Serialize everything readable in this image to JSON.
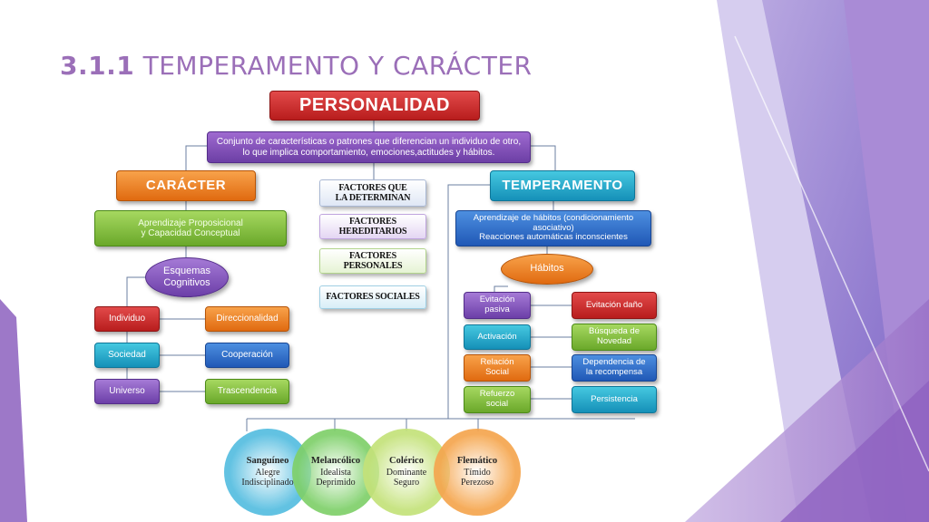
{
  "title": {
    "number": "3.1.1",
    "text": "TEMPERAMENTO Y CARÁCTER"
  },
  "root": {
    "label": "PERSONALIDAD",
    "definition_line1": "Conjunto de características o patrones que diferencian un individuo de otro,",
    "definition_line2": "lo que implica comportamiento, emociones,actitudes y hábitos."
  },
  "caracter": {
    "label": "CARÁCTER",
    "learning_line1": "Aprendizaje Proposicional",
    "learning_line2": "y Capacidad Conceptual",
    "schemes_line1": "Esquemas",
    "schemes_line2": "Cognitivos",
    "items": [
      {
        "label": "Individuo",
        "result": "Direccionalidad"
      },
      {
        "label": "Sociedad",
        "result": "Cooperación"
      },
      {
        "label": "Universo",
        "result": "Trascendencia"
      }
    ]
  },
  "factores": {
    "header_line1": "FACTORES QUE",
    "header_line2": "LA DETERMINAN",
    "hereditarios_line1": "FACTORES",
    "hereditarios_line2": "HEREDITARIOS",
    "personales_line1": "FACTORES",
    "personales_line2": "PERSONALES",
    "sociales": "FACTORES SOCIALES"
  },
  "temperamento": {
    "label": "TEMPERAMENTO",
    "learning_line1": "Aprendizaje de hábitos (condicionamiento",
    "learning_line2": "asociativo)",
    "learning_line3": "Reacciones automáticas inconscientes",
    "habits_label": "Hábitos",
    "items": [
      {
        "line1": "Evitación",
        "line2": "pasiva",
        "result_line1": "Evitación daño",
        "result_line2": ""
      },
      {
        "line1": "Activación",
        "line2": "",
        "result_line1": "Búsqueda de",
        "result_line2": "Novedad"
      },
      {
        "line1": "Relación",
        "line2": "Social",
        "result_line1": "Dependencia de",
        "result_line2": "la recompensa"
      },
      {
        "line1": "Refuerzo",
        "line2": "social",
        "result_line1": "Persistencia",
        "result_line2": ""
      }
    ]
  },
  "types": [
    {
      "name": "Sanguíneo",
      "trait1": "Alegre",
      "trait2": "Indisciplinado",
      "color": "#55bde0"
    },
    {
      "name": "Melancólico",
      "trait1": "Idealista",
      "trait2": "Deprimido",
      "color": "#7fd06a"
    },
    {
      "name": "Colérico",
      "trait1": "Dominante",
      "trait2": "Seguro",
      "color": "#c4e27a"
    },
    {
      "name": "Flemático",
      "trait1": "Tímido",
      "trait2": "Perezoso",
      "color": "#f5a64f"
    }
  ]
}
